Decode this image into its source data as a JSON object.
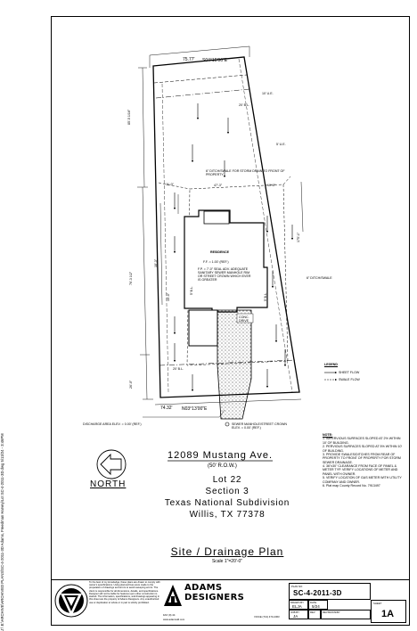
{
  "margin_text": "J:\\ E:\\ARCHIVE\\ARCHIVED PLANS\\SC-4-2011-3D Adams, Freedman Harvey\\Lot SC-4-2011-3D.dwg 5/13/24 - 3:46PM",
  "plan": {
    "dims": {
      "top_width": "75.77'",
      "top_bearing": "S04°15'06\"E",
      "left_total": "85'-5 1/16\"",
      "left_mid": "76'-3 1/2\"",
      "left_low": "26'-0\"",
      "bottom_width": "74.32'",
      "bottom_bearing": "N03°13'00\"E",
      "setback_top": "10' U.E.",
      "bl_top": "20' B.L.",
      "bl_bottom": "20' B.L.",
      "right_ue": "5' U.E.",
      "front_setback": "47'-3\"",
      "front_right": "10'-5\"",
      "left_side": "11'-0\"",
      "right_side": "175'-1\"",
      "house_dim_a": "18'-3\"",
      "house_dim_b": "15'-0\"",
      "side_a": "5' B.L.",
      "side_b": "5' B.L."
    },
    "labels": {
      "ditch_top": "6\" DITCH/SWALE FOR STORM DRAIN TO FRONT OF PROPERTY",
      "residence": "RESIDENCE",
      "ff": "F.F. = 1.00' (REF.)",
      "fp_note": "F.P. = 7'-0\" SEAL ADV. ADEQUATE SANITARY SEWER MANHOLE RIM OR STREET CROWN WHICH EVER IS GREATER",
      "ditch_right": "6\" DITCH/SWALE",
      "drive": "CONC. DRIVE",
      "discharge": "DISCHARGE AREA ELEV. = 0.00' (REF.)",
      "sewer": "SEWER MANHOLE/STREET CROWN ELEV. = 0.00' (REF.)"
    },
    "legend": {
      "title": "LEGEND",
      "items": [
        "SHEET FLOW",
        "SWALE FLOW"
      ]
    }
  },
  "street": {
    "address": "12089 Mustang Ave.",
    "row": "(50' R.O.W.)"
  },
  "lot_info": {
    "lot": "Lot 22",
    "section": "Section 3",
    "subdivision": "Texas National Subdivision",
    "city": "Willis, TX 77378"
  },
  "north_label": "NORTH",
  "drawing_title": "Site / Drainage Plan",
  "scale": "Scale 1\"=20'-0\"",
  "notes": {
    "title": "NOTE:",
    "items": [
      "1. IMPERVIOUS SURFACES SLOPED AT 2% WITHIN 10' OF BUILDING.",
      "2. PERVIOUS SURFACES SLOPED AT 5% WITHIN 10' OF BUILDING.",
      "3. PROVIDE SWALES/DITCHES FROM REAR OF PROPERTY TO FRONT OF PROPERTY FOR STORM SEWER DRAINAGE.",
      "4. 36\"x30\" CLEARANCE FROM FACE OF PANEL & METER TYP. VERIFY LOCATIONS OF METER AND PANEL WITH OWNER.",
      "5. VERIFY LOCATION OF GAS METER WITH UTILITY COMPANY AND OWNER.",
      "6. Plat map County Record No. 7913497"
    ]
  },
  "title_block": {
    "disclaimer": "To the best of my knowledge, these plans are drawn to comply with owner's specifications. Using planned fees were made to the preparation of drawings and errors to avoid sweeping errors. The client is responsible for all dimensions, details, and specifications. Designer will not be liable for features upon other construction is started. The information, specifications, and drawings appearing in this sheet are the property of Adams Designers. Any unauthorized use or duplication to whole or in part is strictly prohibited.",
    "company_line1": "ADAMS",
    "company_line2": "DESIGNERS",
    "fax": "FAX (9) 44",
    "web": "www.adamsdd.com",
    "voice": "VOICE (713) 473-2363",
    "plan_no_label": "PLAN NO",
    "plan_no": "SC-4-2011-3D",
    "drawn_label": "DRAWN BY",
    "drawn": "ELJA",
    "date_label": "DATE",
    "date": "5/24",
    "sheet_label": "SHEET",
    "sheet": "1A",
    "job_label": "JOB BY",
    "job": "JA",
    "rev_label": "REV",
    "revision_label": "REVISIONS/BY"
  }
}
